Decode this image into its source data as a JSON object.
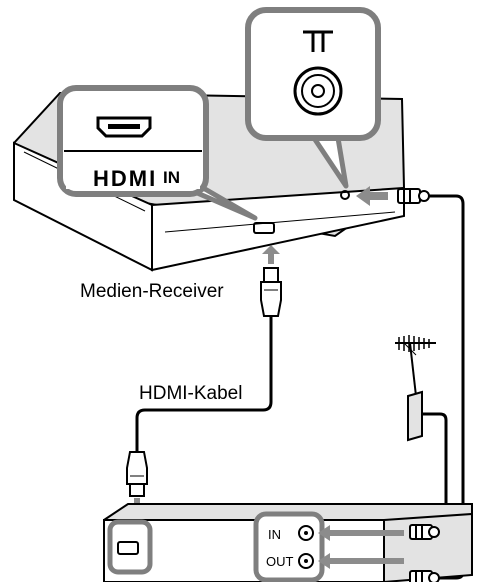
{
  "labels": {
    "media_receiver": "Medien-Receiver",
    "hdmi_cable": "HDMI-Kabel",
    "hdmi_logo": "HDMI",
    "hdmi_in": "IN",
    "port_in": "IN",
    "port_out": "OUT"
  },
  "icons": {
    "antenna_symbol": "antenna-socket-icon",
    "hdmi_port": "hdmi-port-icon",
    "outdoor_antenna": "antenna-icon"
  },
  "colors": {
    "line": "#000000",
    "panel_border": "#7f7f7f",
    "device_fill": "#e3e3e3",
    "arrow": "#8c8c8c"
  }
}
